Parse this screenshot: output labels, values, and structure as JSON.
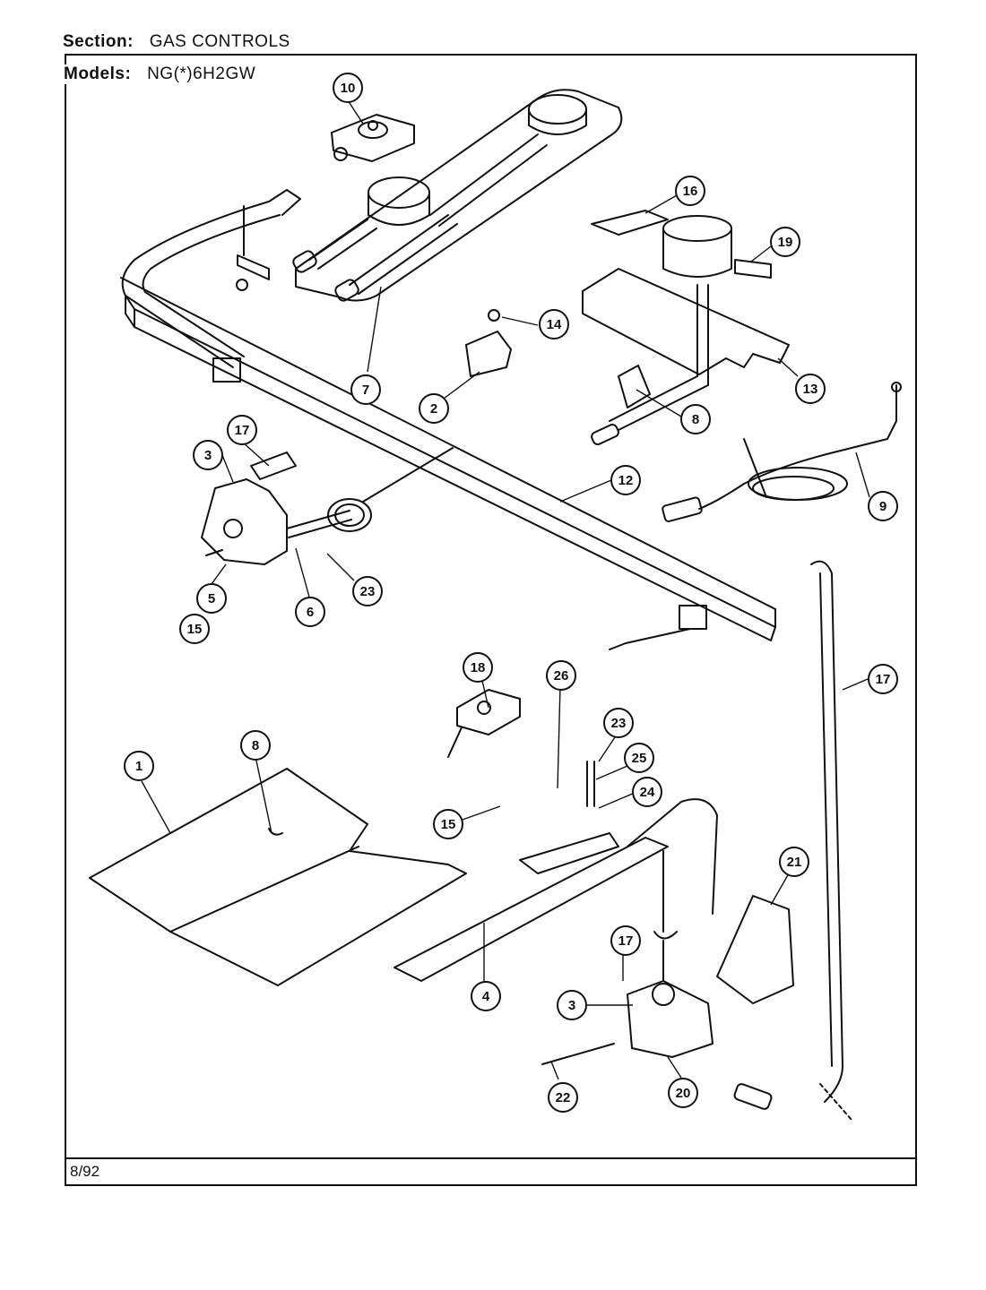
{
  "header": {
    "section_label": "Section:",
    "section_value": "GAS CONTROLS",
    "models_label": "Models:",
    "models_value": "NG(*)6H2GW"
  },
  "footer": {
    "date": "8/92"
  },
  "callouts": [
    {
      "id": "c10",
      "label": "10"
    },
    {
      "id": "c16",
      "label": "16"
    },
    {
      "id": "c19",
      "label": "19"
    },
    {
      "id": "c14",
      "label": "14"
    },
    {
      "id": "c7",
      "label": "7"
    },
    {
      "id": "c2",
      "label": "2"
    },
    {
      "id": "c8a",
      "label": "8"
    },
    {
      "id": "c13",
      "label": "13"
    },
    {
      "id": "c9",
      "label": "9"
    },
    {
      "id": "c17a",
      "label": "17"
    },
    {
      "id": "c3a",
      "label": "3"
    },
    {
      "id": "c12",
      "label": "12"
    },
    {
      "id": "c23a",
      "label": "23"
    },
    {
      "id": "c6",
      "label": "6"
    },
    {
      "id": "c5",
      "label": "5"
    },
    {
      "id": "c15a",
      "label": "15"
    },
    {
      "id": "c18",
      "label": "18"
    },
    {
      "id": "c26",
      "label": "26"
    },
    {
      "id": "c23b",
      "label": "23"
    },
    {
      "id": "c17b",
      "label": "17"
    },
    {
      "id": "c1",
      "label": "1"
    },
    {
      "id": "c8b",
      "label": "8"
    },
    {
      "id": "c25",
      "label": "25"
    },
    {
      "id": "c24",
      "label": "24"
    },
    {
      "id": "c15b",
      "label": "15"
    },
    {
      "id": "c21",
      "label": "21"
    },
    {
      "id": "c4",
      "label": "4"
    },
    {
      "id": "c17c",
      "label": "17"
    },
    {
      "id": "c3b",
      "label": "3"
    },
    {
      "id": "c22",
      "label": "22"
    },
    {
      "id": "c20",
      "label": "20"
    }
  ]
}
